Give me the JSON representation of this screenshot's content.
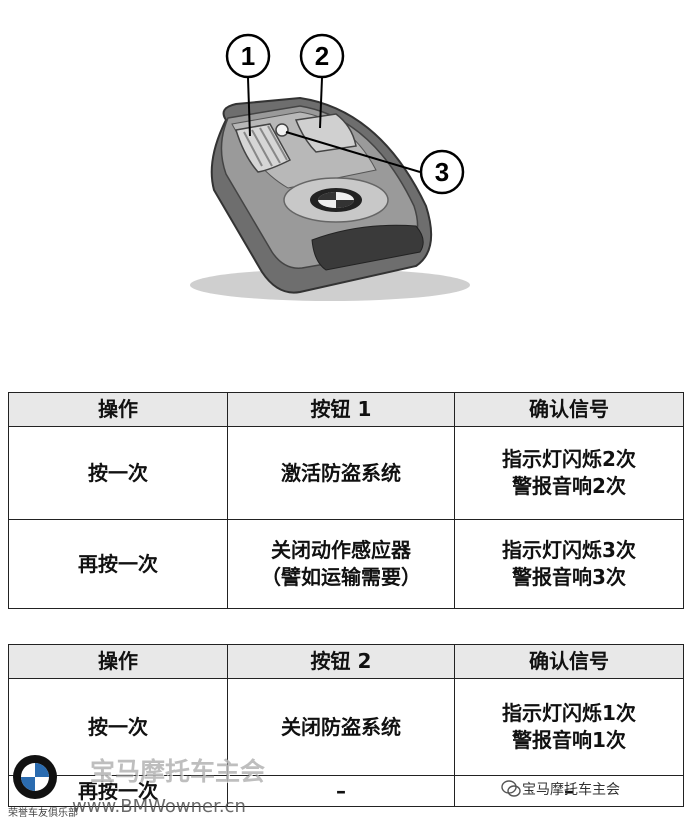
{
  "illustration": {
    "callouts": [
      "1",
      "2",
      "3"
    ],
    "icon": "bmw-key-fob-remote"
  },
  "table1": {
    "headers": [
      "操作",
      "按钮 1",
      "确认信号"
    ],
    "rows": [
      {
        "op": "按一次",
        "action": [
          "激活防盗系统"
        ],
        "signal": [
          "指示灯闪烁2次",
          "警报音响2次"
        ]
      },
      {
        "op": "再按一次",
        "action": [
          "关闭动作感应器",
          "（譬如运输需要）"
        ],
        "signal": [
          "指示灯闪烁3次",
          "警报音响3次"
        ]
      }
    ]
  },
  "table2": {
    "headers": [
      "操作",
      "按钮 2",
      "确认信号"
    ],
    "rows": [
      {
        "op": "按一次",
        "action": [
          "关闭防盗系统"
        ],
        "signal": [
          "指示灯闪烁1次",
          "警报音响1次"
        ]
      },
      {
        "op": "再按一次",
        "action": [
          "–"
        ],
        "signal": [
          "–"
        ]
      }
    ]
  },
  "watermark": {
    "brand": "宝马摩托车主会",
    "url": "www.BMWowner.cn",
    "small": "荣誉车友俱乐部",
    "right": "宝马摩托车主会",
    "logo_icon": "bmw-roundel-logo",
    "chat_icon": "wechat-icon"
  },
  "colors": {
    "header_bg": "#e8e8e8",
    "border": "#222222"
  }
}
